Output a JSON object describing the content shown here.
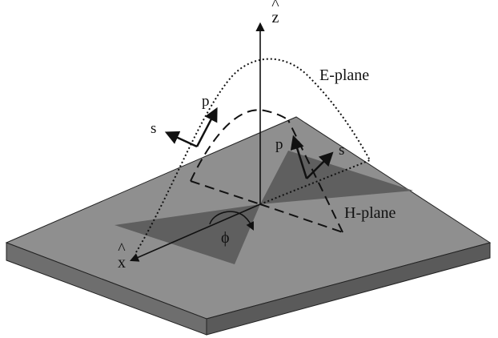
{
  "labels": {
    "z_axis": "z",
    "z_hat": "^",
    "x_axis": "x",
    "x_hat": "^",
    "e_plane": "E-plane",
    "h_plane": "H-plane",
    "phi": "ϕ",
    "p_left": "p",
    "s_left": "s",
    "p_right": "p",
    "s_right": "s"
  },
  "colors": {
    "substrate_top": "#8f8f8f",
    "substrate_front": "#6e6e6e",
    "substrate_side": "#5a5a5a",
    "antenna": "#5f5f5f",
    "line": "#111111"
  }
}
